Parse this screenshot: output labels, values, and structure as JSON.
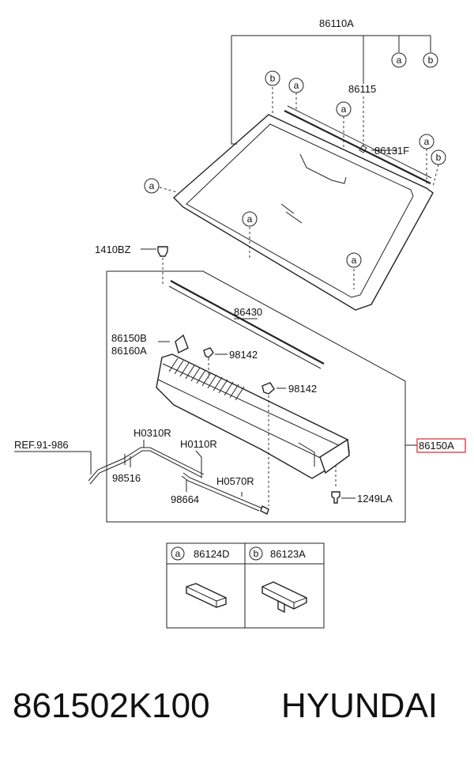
{
  "labels": {
    "l86110A": "86110A",
    "l86115": "86115",
    "l86131F": "86131F",
    "l1410BZ": "1410BZ",
    "l86430": "86430",
    "l86150B": "86150B",
    "l86160A": "86160A",
    "l98142a": "98142",
    "l98142b": "98142",
    "lH0310R": "H0310R",
    "lH0110R": "H0110R",
    "lREF": "REF.91-986",
    "l98516": "98516",
    "l86150A": "86150A",
    "lH0570R": "H0570R",
    "l98664": "98664",
    "l1249LA": "1249LA"
  },
  "callouts": {
    "a": "a",
    "b": "b"
  },
  "legend": {
    "a_label": "a",
    "a_part": "86124D",
    "b_label": "b",
    "b_part": "86123A"
  },
  "footer": {
    "part_number": "861502K100",
    "brand": "HYUNDAI"
  },
  "colors": {
    "highlight": "#d9262c",
    "line": "#222222"
  }
}
